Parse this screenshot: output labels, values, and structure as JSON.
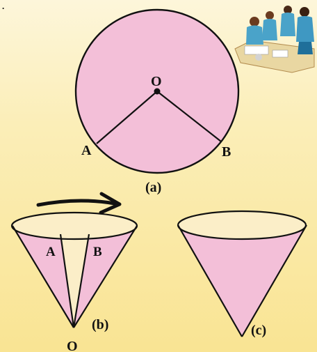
{
  "page_marker": ".",
  "figure_a": {
    "center_label": "O",
    "point_a_label": "A",
    "point_b_label": "B",
    "caption": "(a)"
  },
  "figure_b": {
    "label_a": "A",
    "label_b": "B",
    "apex_label": "O",
    "caption": "(b)"
  },
  "figure_c": {
    "caption": "(c)"
  },
  "colors": {
    "background_top": "#fdf6da",
    "background_bottom": "#f9e28f",
    "fill_pink": "#f3bfd8",
    "stroke": "#111111",
    "arrow": "#111111"
  },
  "icons": {
    "illustration": "children-doing-activity-illustration",
    "arrow": "rotation-arrow-icon"
  }
}
